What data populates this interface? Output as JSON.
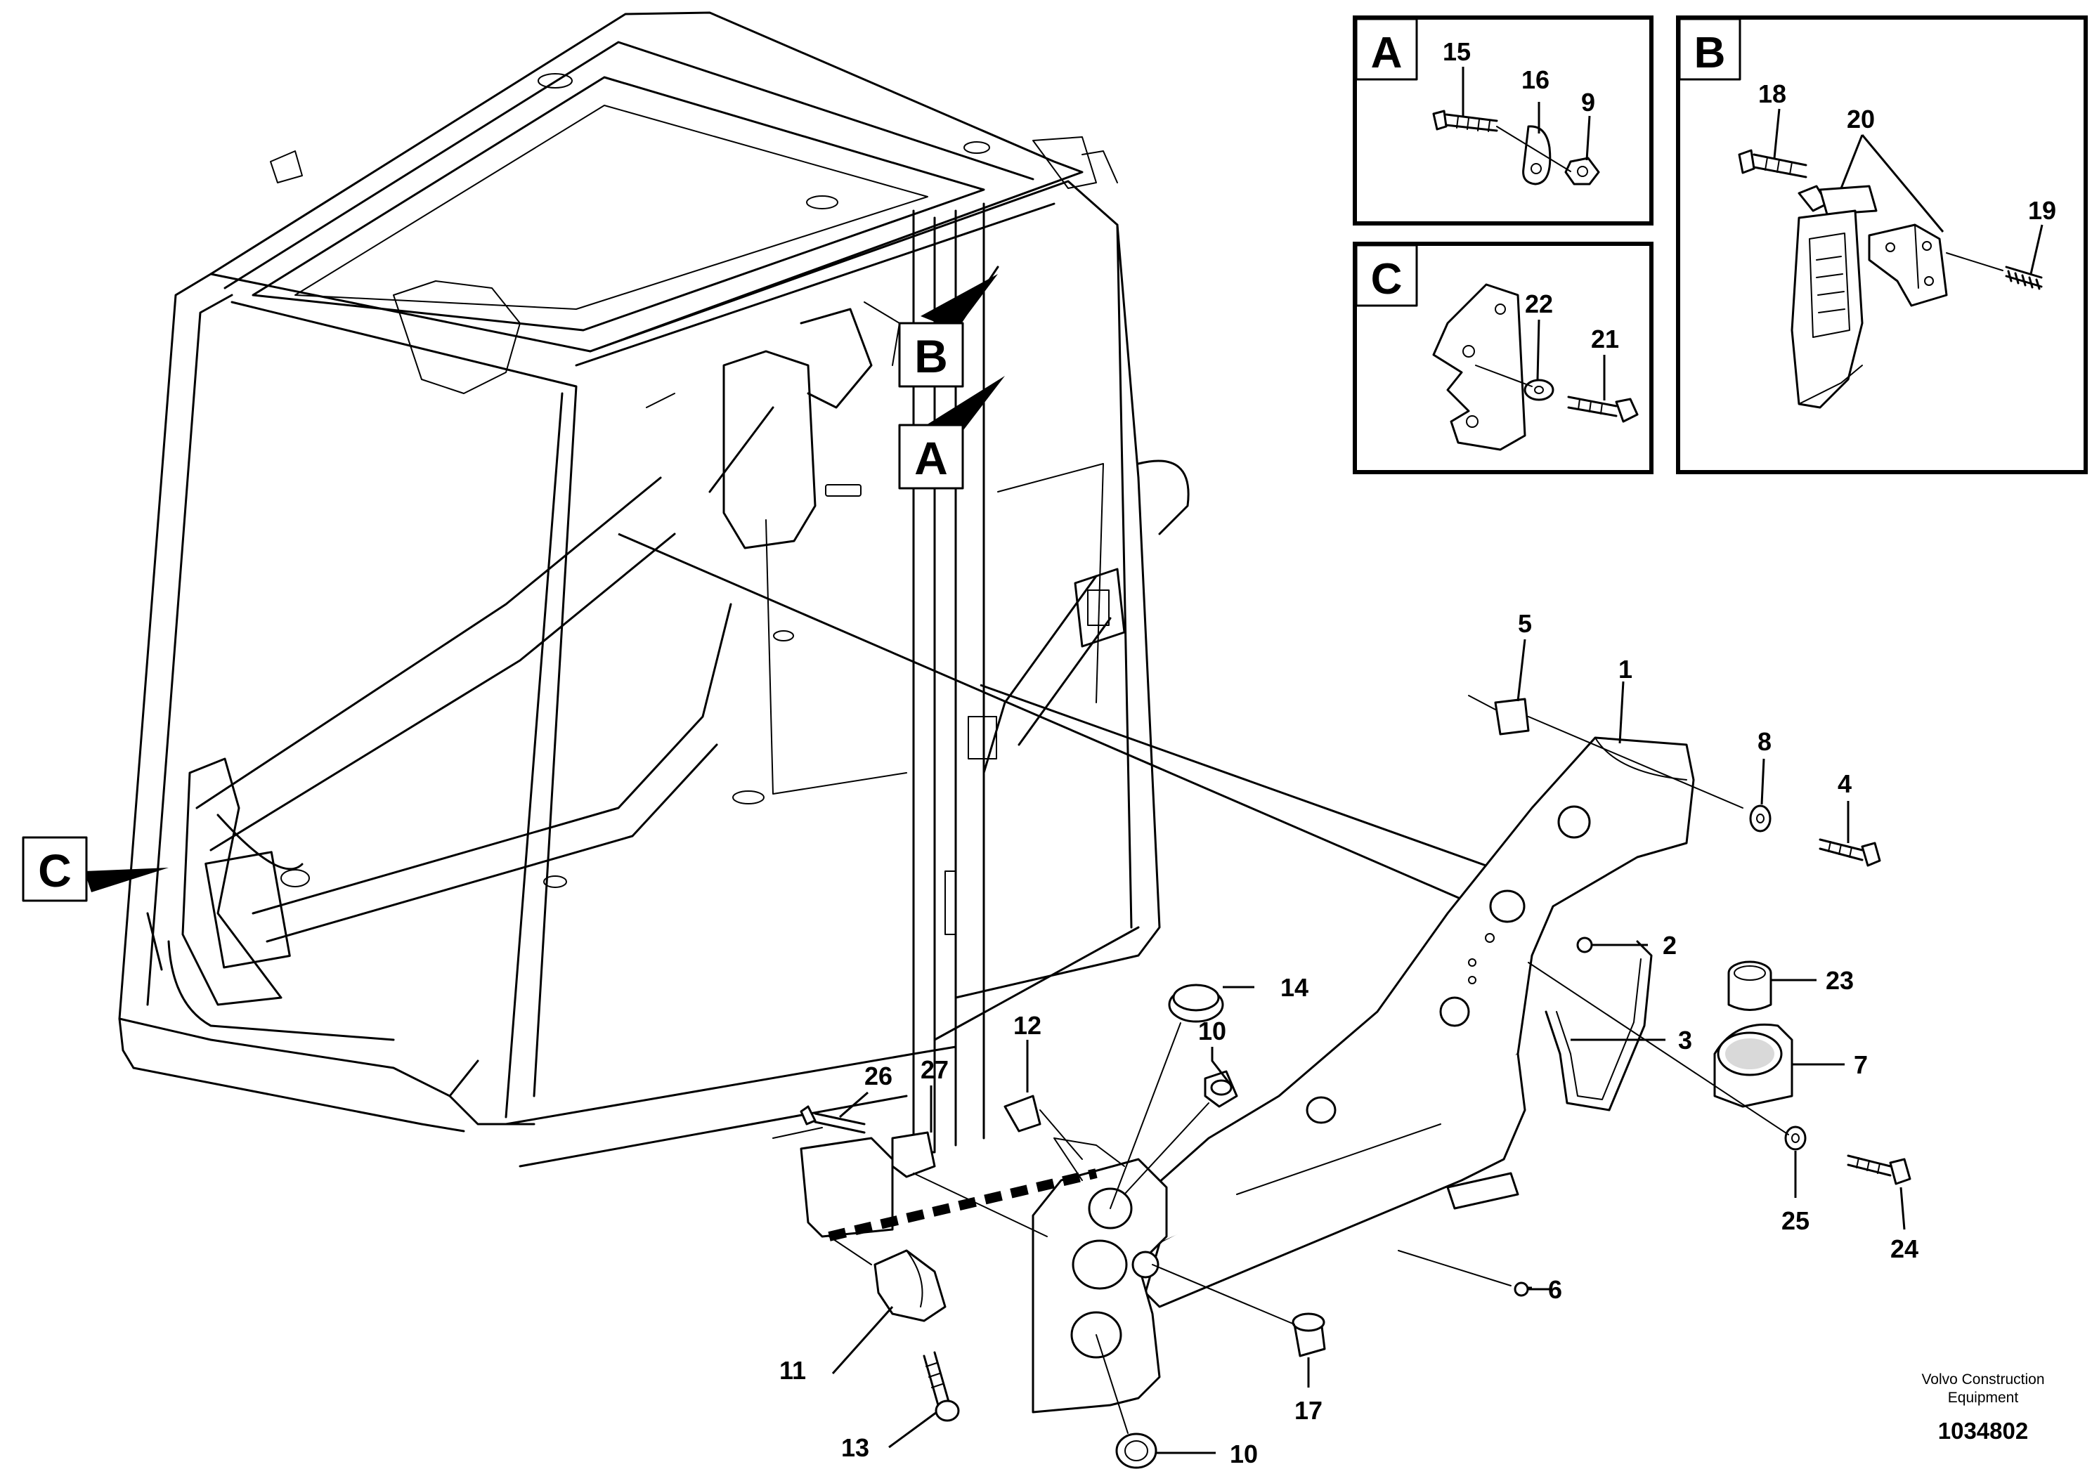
{
  "insets": {
    "a": {
      "letter": "A",
      "parts": [
        "15",
        "16",
        "9"
      ]
    },
    "b": {
      "letter": "B",
      "parts": [
        "18",
        "20",
        "19"
      ]
    },
    "c": {
      "letter": "C",
      "parts": [
        "22",
        "21"
      ]
    }
  },
  "callouts": {
    "a": "A",
    "b": "B",
    "c": "C"
  },
  "parts": {
    "p1": "1",
    "p2": "2",
    "p3": "3",
    "p4": "4",
    "p5": "5",
    "p6": "6",
    "p7": "7",
    "p8": "8",
    "p10a": "10",
    "p10b": "10",
    "p11": "11",
    "p12": "12",
    "p13": "13",
    "p14": "14",
    "p17": "17",
    "p23": "23",
    "p24": "24",
    "p25": "25",
    "p26": "26",
    "p27": "27"
  },
  "footer": {
    "manufacturer_line1": "Volvo Construction",
    "manufacturer_line2": "Equipment",
    "drawing_number": "1034802"
  }
}
